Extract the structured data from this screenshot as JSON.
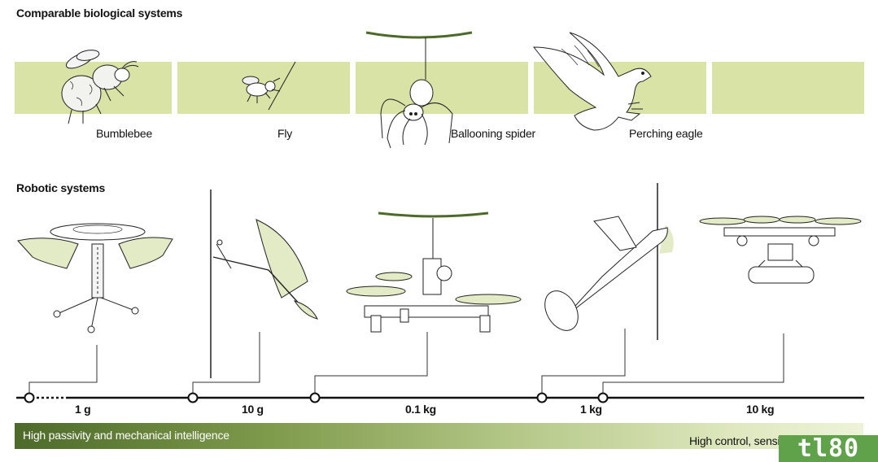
{
  "sections": {
    "biological_title": "Comparable biological systems",
    "robotic_title": "Robotic systems"
  },
  "biological": [
    {
      "label": "Bumblebee",
      "icon": "bumblebee-illustration"
    },
    {
      "label": "Fly",
      "icon": "fly-illustration"
    },
    {
      "label": "Ballooning spider",
      "icon": "spider-illustration"
    },
    {
      "label": "Perching eagle",
      "icon": "eagle-illustration"
    }
  ],
  "robots": [
    {
      "icon": "flapping-wing-robot-illustration"
    },
    {
      "icon": "perching-glider-robot-illustration"
    },
    {
      "icon": "quadcopter-robot-illustration"
    },
    {
      "icon": "fixed-wing-glider-illustration"
    },
    {
      "icon": "hexacopter-gripper-illustration"
    }
  ],
  "mass_scale": {
    "ticks": [
      "1 g",
      "10 g",
      "0.1 kg",
      "1 kg",
      "10 kg"
    ]
  },
  "gradient": {
    "left_label": "High passivity and mechanical intelligence",
    "right_label": "High control, sensi"
  },
  "logo": {
    "text": "tl80"
  },
  "colors": {
    "band": "#d9e3a6",
    "accent_dark": "#4d6a2a",
    "logo": "#5fa24a",
    "wing_fill": "#e3eac6"
  }
}
